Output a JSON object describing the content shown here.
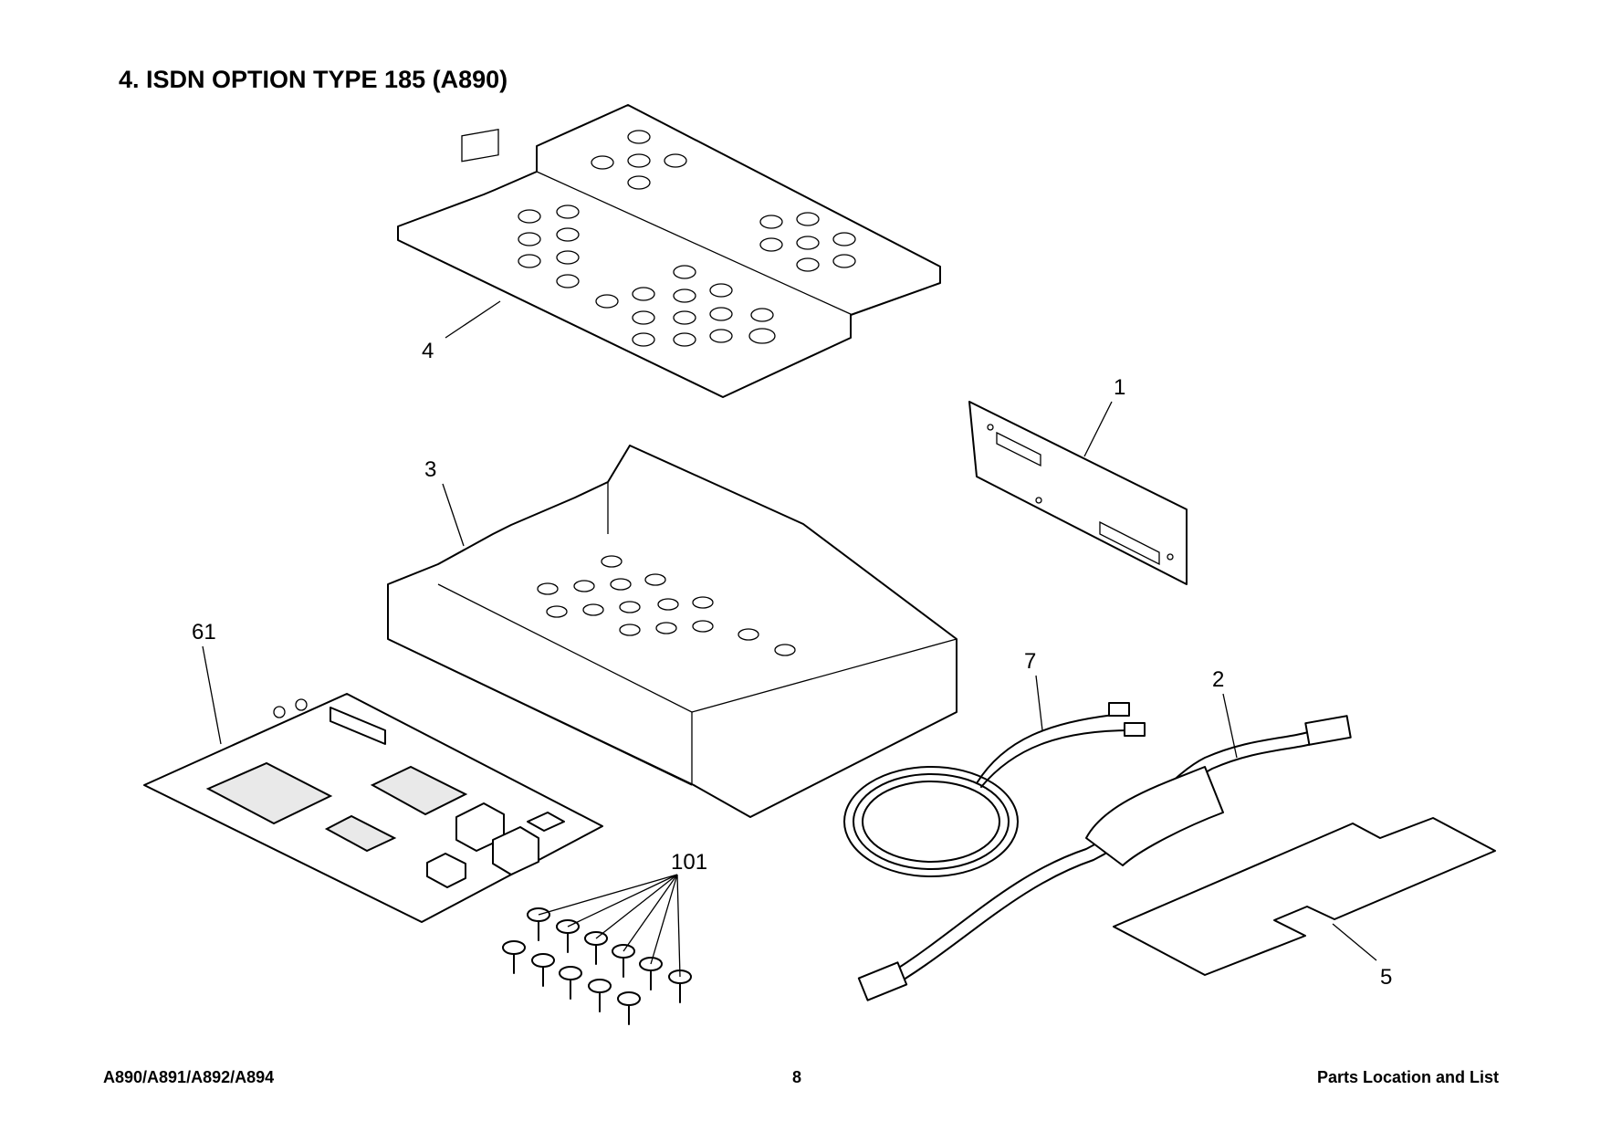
{
  "page_title": "4. ISDN OPTION TYPE 185 (A890)",
  "callouts": {
    "part_1": "1",
    "part_2": "2",
    "part_3": "3",
    "part_4": "4",
    "part_5": "5",
    "part_7": "7",
    "part_61": "61",
    "part_101": "101"
  },
  "footer": {
    "models": "A890/A891/A892/A894",
    "page_number": "8",
    "section": "Parts Location and List"
  }
}
